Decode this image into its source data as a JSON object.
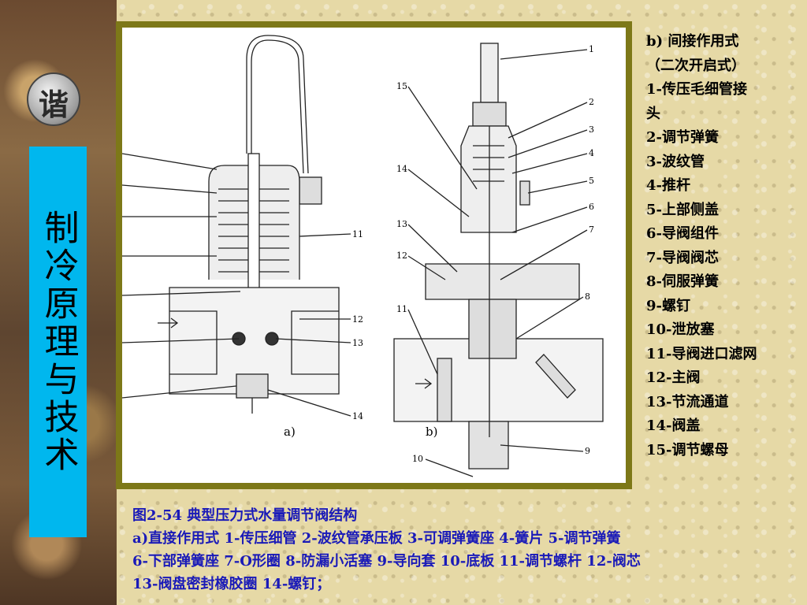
{
  "sidebar": {
    "course_title": "制冷原理与技术",
    "logo_text": "谐"
  },
  "figure": {
    "sub_a_label": "a)",
    "sub_b_label": "b)",
    "callouts_a": [
      "11",
      "12",
      "13",
      "14"
    ],
    "callouts_b": [
      "1",
      "2",
      "3",
      "4",
      "5",
      "6",
      "7",
      "8",
      "9",
      "10",
      "11",
      "12",
      "13",
      "14",
      "15"
    ]
  },
  "parts_list": [
    "b) 间接作用式",
    "（二次开启式）",
    "1-传压毛细管接",
    "头",
    "2-调节弹簧",
    "3-波纹管",
    "4-推杆",
    "5-上部侧盖",
    "6-导阀组件",
    "7-导阀阀芯",
    "8-伺服弹簧",
    "9-螺钉",
    "10-泄放塞",
    "11-导阀进口滤网",
    "12-主阀",
    "13-节流通道",
    "14-阀盖",
    "15-调节螺母"
  ],
  "caption": [
    "图2-54 典型压力式水量调节阀结构",
    "a)直接作用式 1-传压细管 2-波纹管承压板 3-可调弹簧座 4-簧片 5-调节弹簧",
    "6-下部弹簧座 7-O形圈 8-防漏小活塞 9-导向套 10-底板 11-调节螺杆 12-阀芯",
    "13-阀盘密封橡胶圈 14-螺钉；"
  ],
  "colors": {
    "title_bar": "#00b7ee",
    "frame_border": "#7d7818",
    "caption_text": "#1a1ab8"
  }
}
